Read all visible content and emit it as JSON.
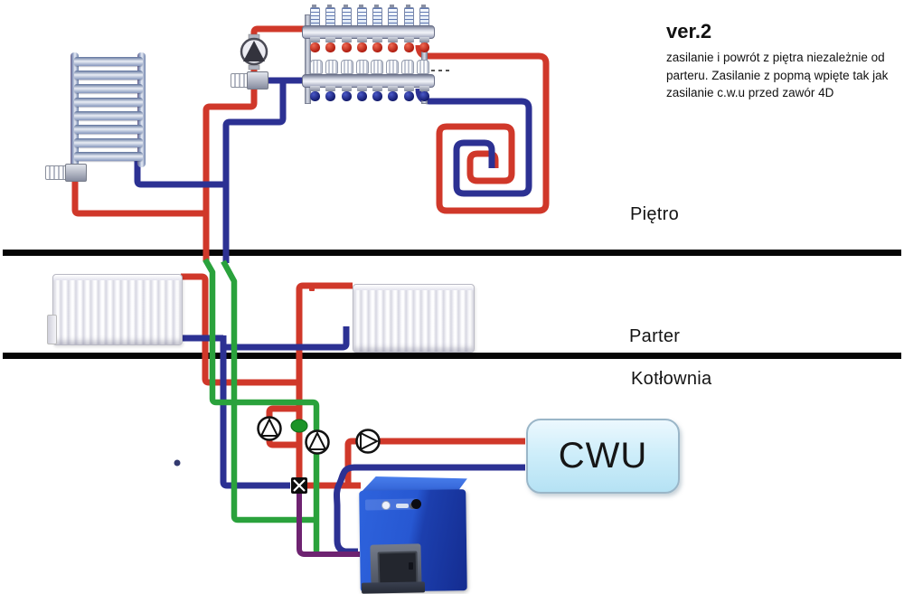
{
  "annotation": {
    "version": "ver.2",
    "line1": "zasilanie i powrót z piętra niezależnie od",
    "line2": "parteru. Zasilanie z popmą wpięte tak jak",
    "line3": "zasilanie c.w.u przed zawór 4D"
  },
  "floors": {
    "upper": "Piętro",
    "ground": "Parter",
    "basement": "Kotłownia"
  },
  "cwu": {
    "label": "CWU"
  },
  "manifold": {
    "loops": 8
  },
  "towel_radiator": {
    "bars": 8
  },
  "colors": {
    "supply_red": "#d0382a",
    "return_blue": "#2c3193",
    "upper_green": "#2aa23c",
    "mixed_purple": "#6e2371",
    "slab_black": "#060606",
    "cwu_top": "#ecf8fe",
    "cwu_bottom": "#b5e2f4",
    "boiler_blue": "#2453c8"
  }
}
